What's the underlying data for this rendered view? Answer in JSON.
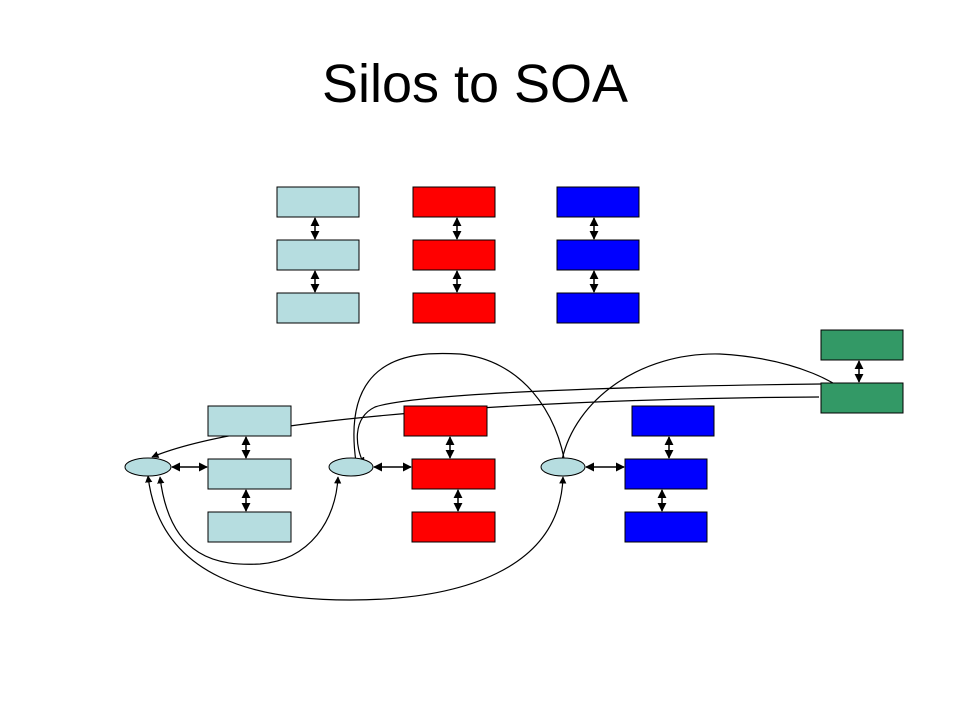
{
  "slide": {
    "title": "Silos to SOA"
  },
  "colors": {
    "light_blue": "#b6dde0",
    "red": "#ff0000",
    "blue": "#0000ff",
    "green": "#339966",
    "line": "#000000"
  },
  "diagram": {
    "silos_before": {
      "silo_count": 3,
      "layers_per_silo": 3,
      "silo_colors": [
        "light_blue",
        "red",
        "blue"
      ]
    },
    "soa_after": {
      "silo_count": 3,
      "layers_per_silo": 3,
      "silo_colors": [
        "light_blue",
        "red",
        "blue"
      ],
      "service_endpoints": 3,
      "external_service_layers": 2,
      "external_service_color": "green"
    }
  }
}
